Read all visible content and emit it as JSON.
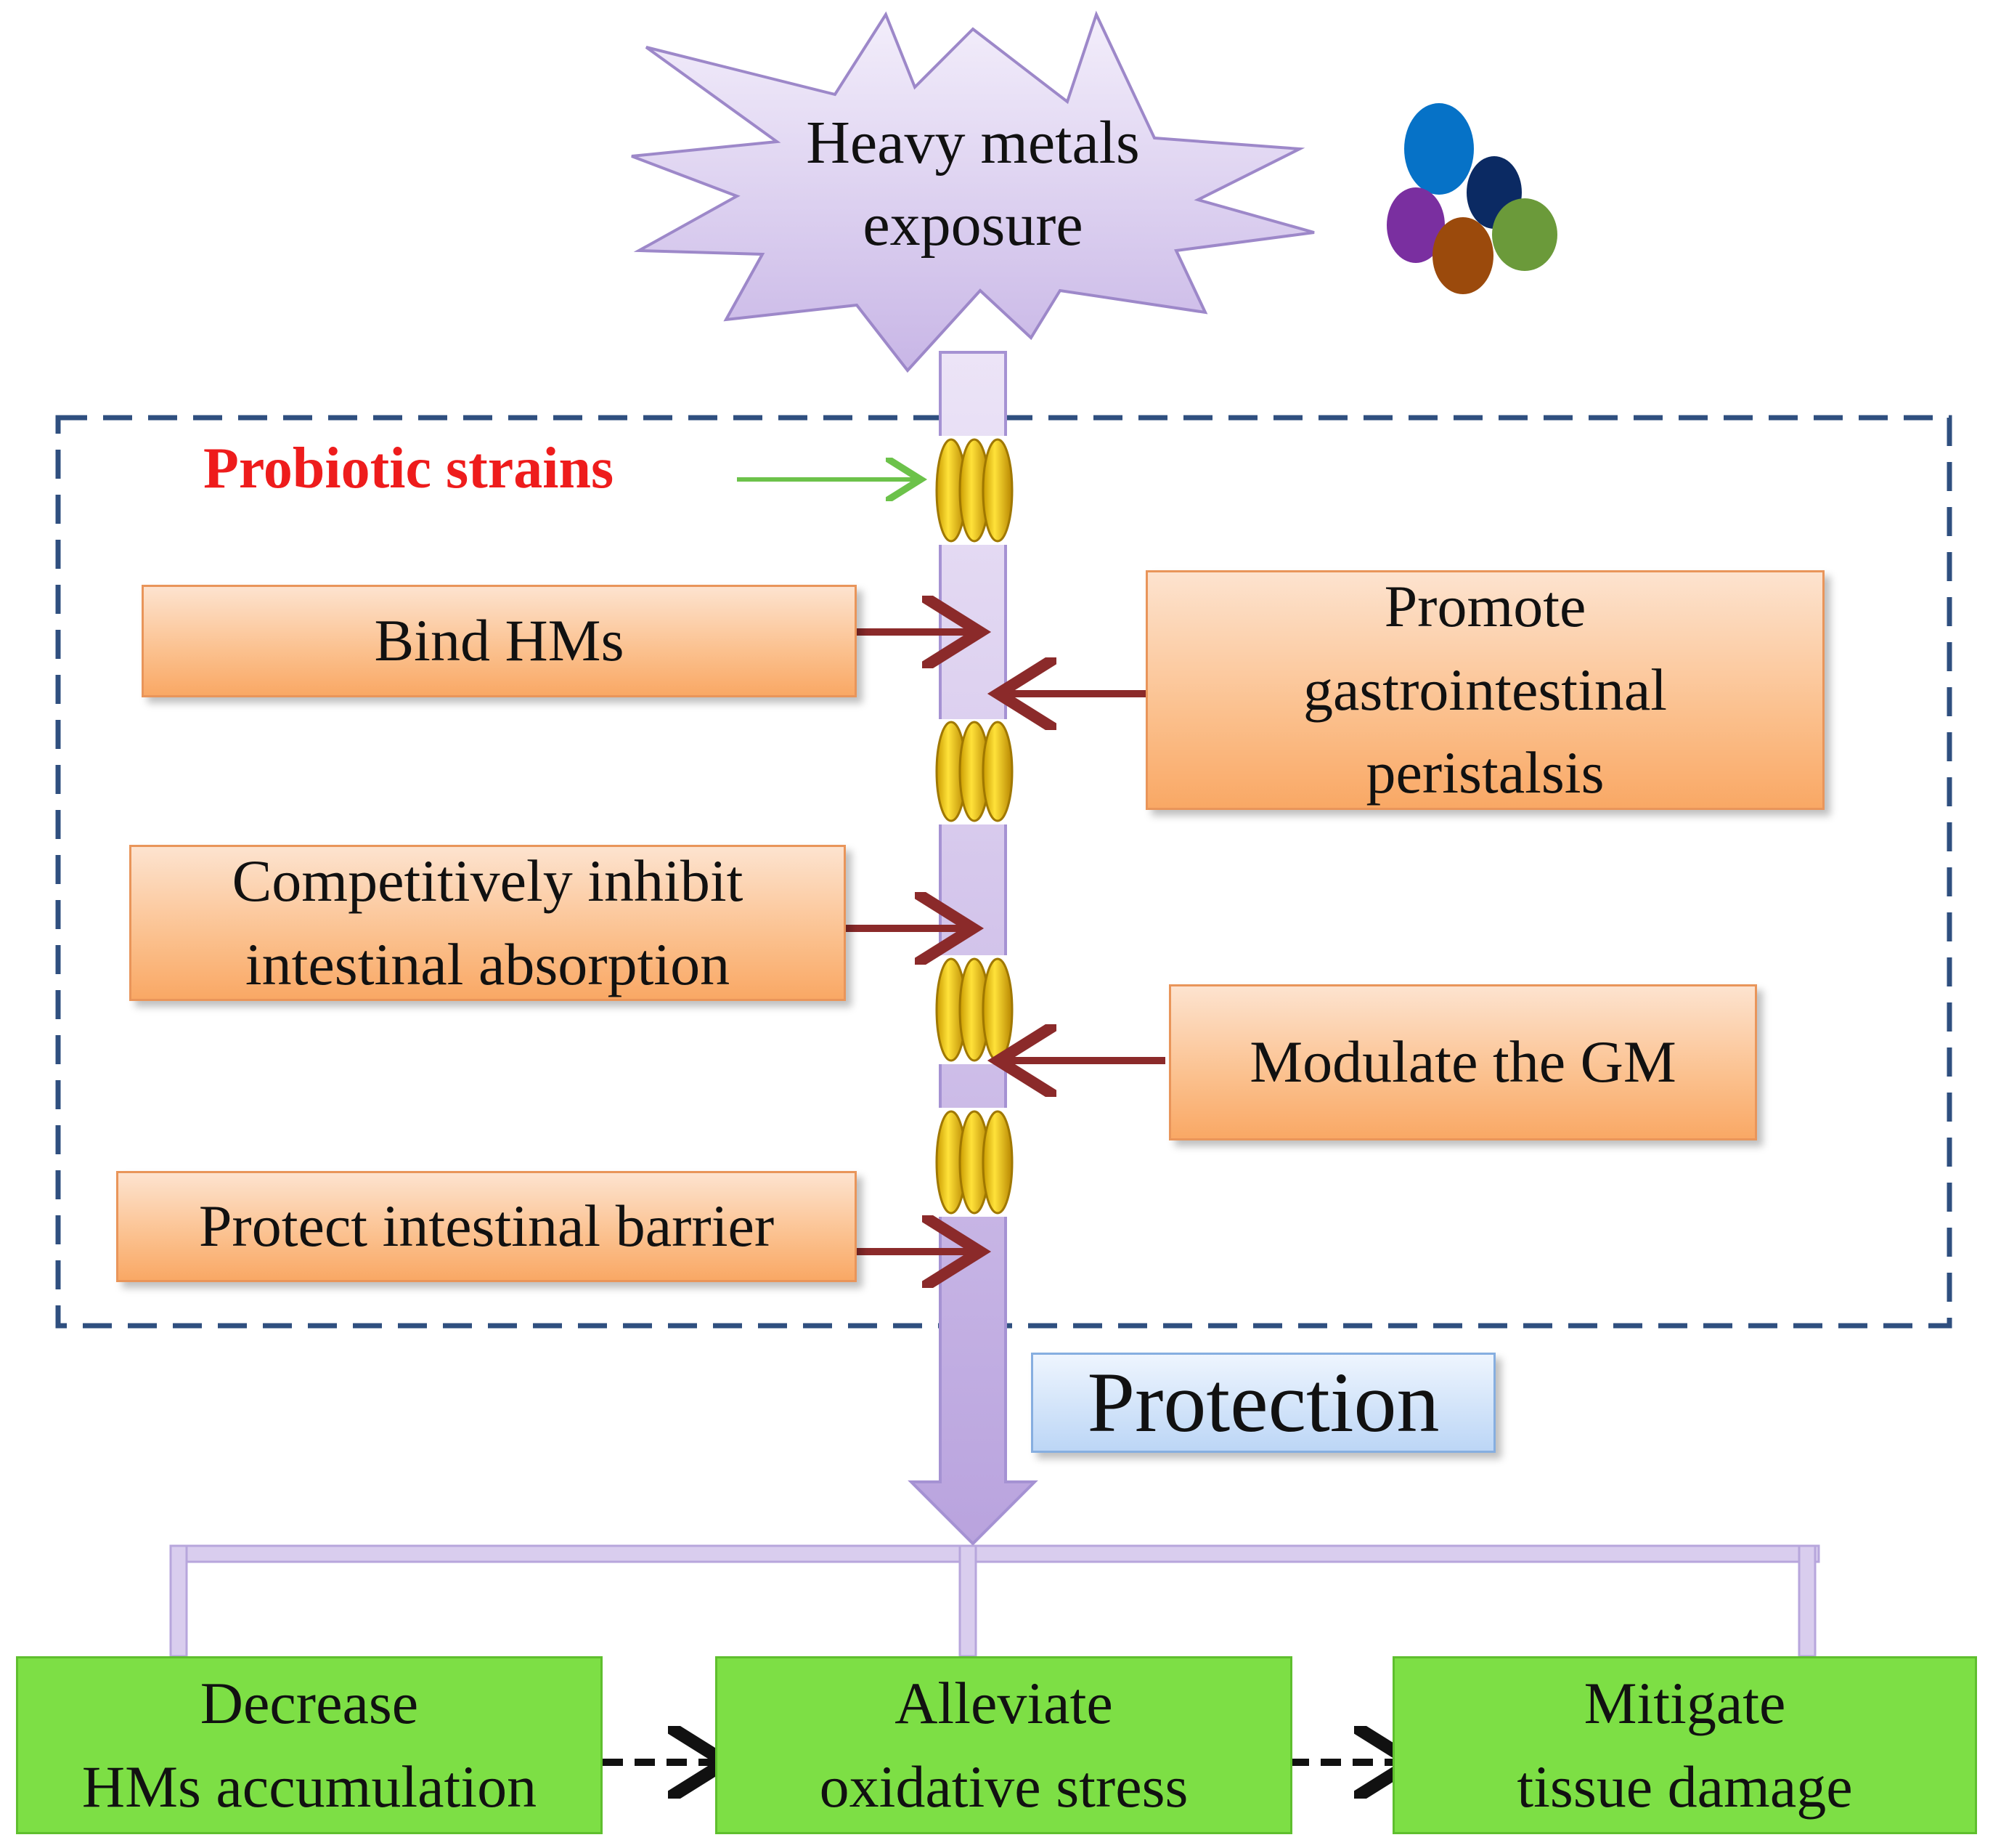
{
  "top": {
    "lines": [
      "Heavy metals",
      "exposure"
    ]
  },
  "probiotic_label": "Probiotic strains",
  "mechanisms_left": [
    {
      "lines": [
        "Bind HMs"
      ]
    },
    {
      "lines": [
        "Competitively inhibit",
        "intestinal absorption"
      ]
    },
    {
      "lines": [
        "Protect intestinal barrier"
      ]
    }
  ],
  "mechanisms_right": [
    {
      "lines": [
        "Promote",
        "gastrointestinal",
        "peristalsis"
      ]
    },
    {
      "lines": [
        "Modulate the GM"
      ]
    }
  ],
  "protection_label": "Protection",
  "outcomes": [
    {
      "lines": [
        "Decrease",
        "HMs accumulation"
      ]
    },
    {
      "lines": [
        "Alleviate",
        "oxidative stress"
      ]
    },
    {
      "lines": [
        "Mitigate",
        "tissue damage"
      ]
    }
  ],
  "colors": {
    "probiotic_label": "#ee1c1c",
    "arrow_red": "#8b2a2a",
    "arrow_green": "#6cc24a",
    "dashed_frame": "#2f4f7f",
    "outcome_green": "#7ddf45",
    "metal_dots": [
      "#0672c7",
      "#0b2a63",
      "#7a2fa0",
      "#9b4a0c",
      "#6b9a3a"
    ]
  }
}
